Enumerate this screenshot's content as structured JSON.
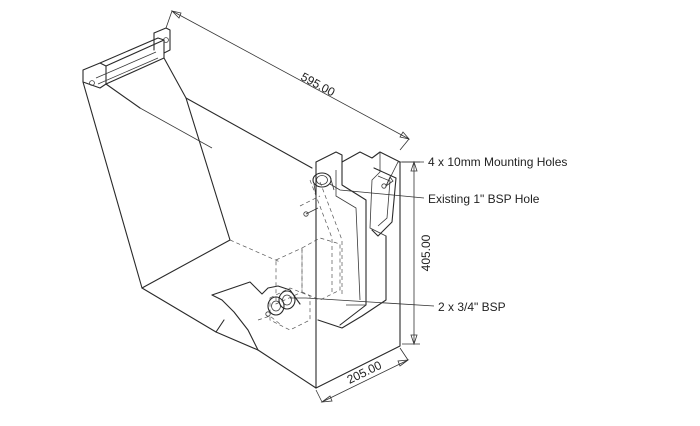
{
  "dimensions": {
    "length": "595.00",
    "height": "405.00",
    "width": "205.00"
  },
  "callouts": {
    "mounting_holes": "4 x 10mm Mounting Holes",
    "existing_hole": "Existing 1\" BSP Hole",
    "bsp_ports": "2 x 3/4\" BSP"
  }
}
